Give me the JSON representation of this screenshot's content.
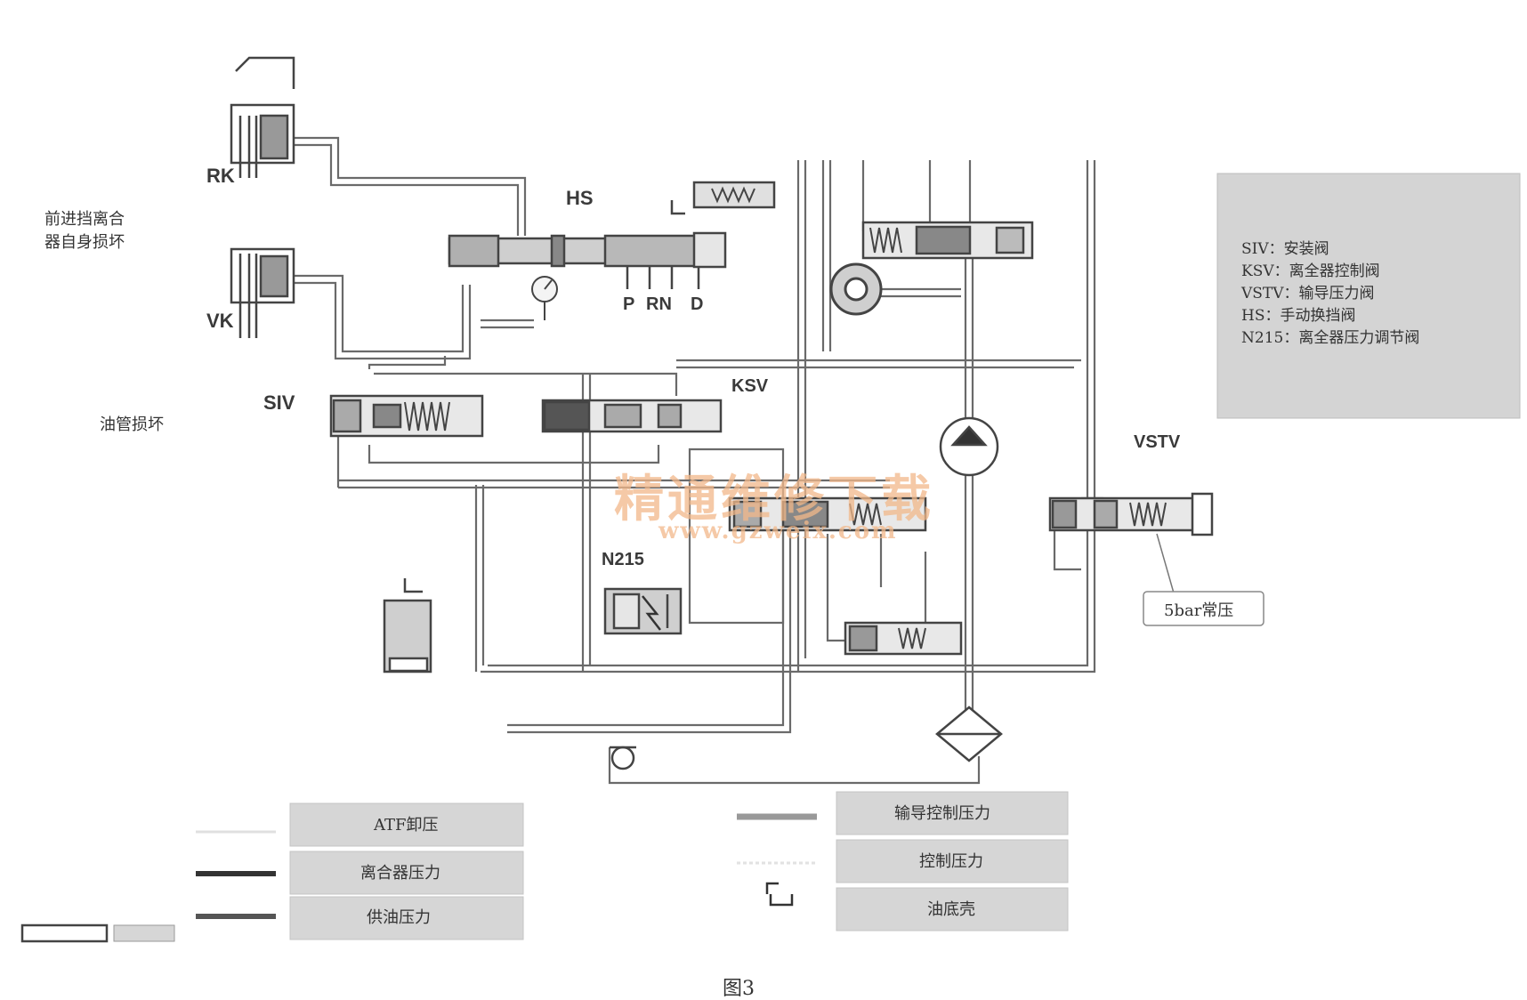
{
  "labels": {
    "rk": "RK",
    "vk": "VK",
    "hs": "HS",
    "siv": "SIV",
    "ksv": "KSV",
    "vstv": "VSTV",
    "n215": "N215",
    "p": "P",
    "rn": "RN",
    "d": "D"
  },
  "annotations": {
    "forward_clutch_line1": "前进挡离合",
    "forward_clutch_line2": "器自身损坏",
    "pipe_damaged": "油管损坏",
    "constant_pressure": "5bar常压"
  },
  "legend_box": {
    "lines": [
      "SIV：安装阀",
      "KSV：离全器控制阀",
      "VSTV：输导压力阀",
      "HS：手动换挡阀",
      "N215：离全器压力调节阀"
    ]
  },
  "key": {
    "atf_relief": "ATF卸压",
    "clutch_pressure": "离合器压力",
    "supply_pressure": "供油压力",
    "pilot_control_pressure": "输导控制压力",
    "control_pressure": "控制压力",
    "oil_pan": "油底壳"
  },
  "watermark": {
    "title": "精通维修下载",
    "url": "www.gzweix.com"
  },
  "caption": "图3",
  "colors": {
    "line": "#555555",
    "valve_dark": "#444444",
    "valve_fill": "#cfcfcf",
    "panel": "#d6d6d6",
    "watermark": "#f2b88a"
  }
}
